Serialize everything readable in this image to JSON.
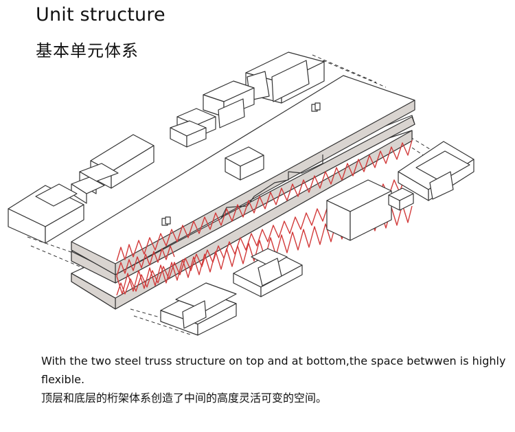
{
  "title": {
    "en": "Unit structure",
    "zh": "基本单元体系"
  },
  "caption": {
    "en": "With the two steel truss structure on top and at bottom,the space betwwen is highly flexible.",
    "zh": "顶层和底层的桁架体系创造了中间的高度灵活可变的空间。"
  },
  "colors": {
    "line": "#333333",
    "truss": "#d23a3a",
    "slab": "#d9d4d0",
    "background": "#ffffff"
  }
}
